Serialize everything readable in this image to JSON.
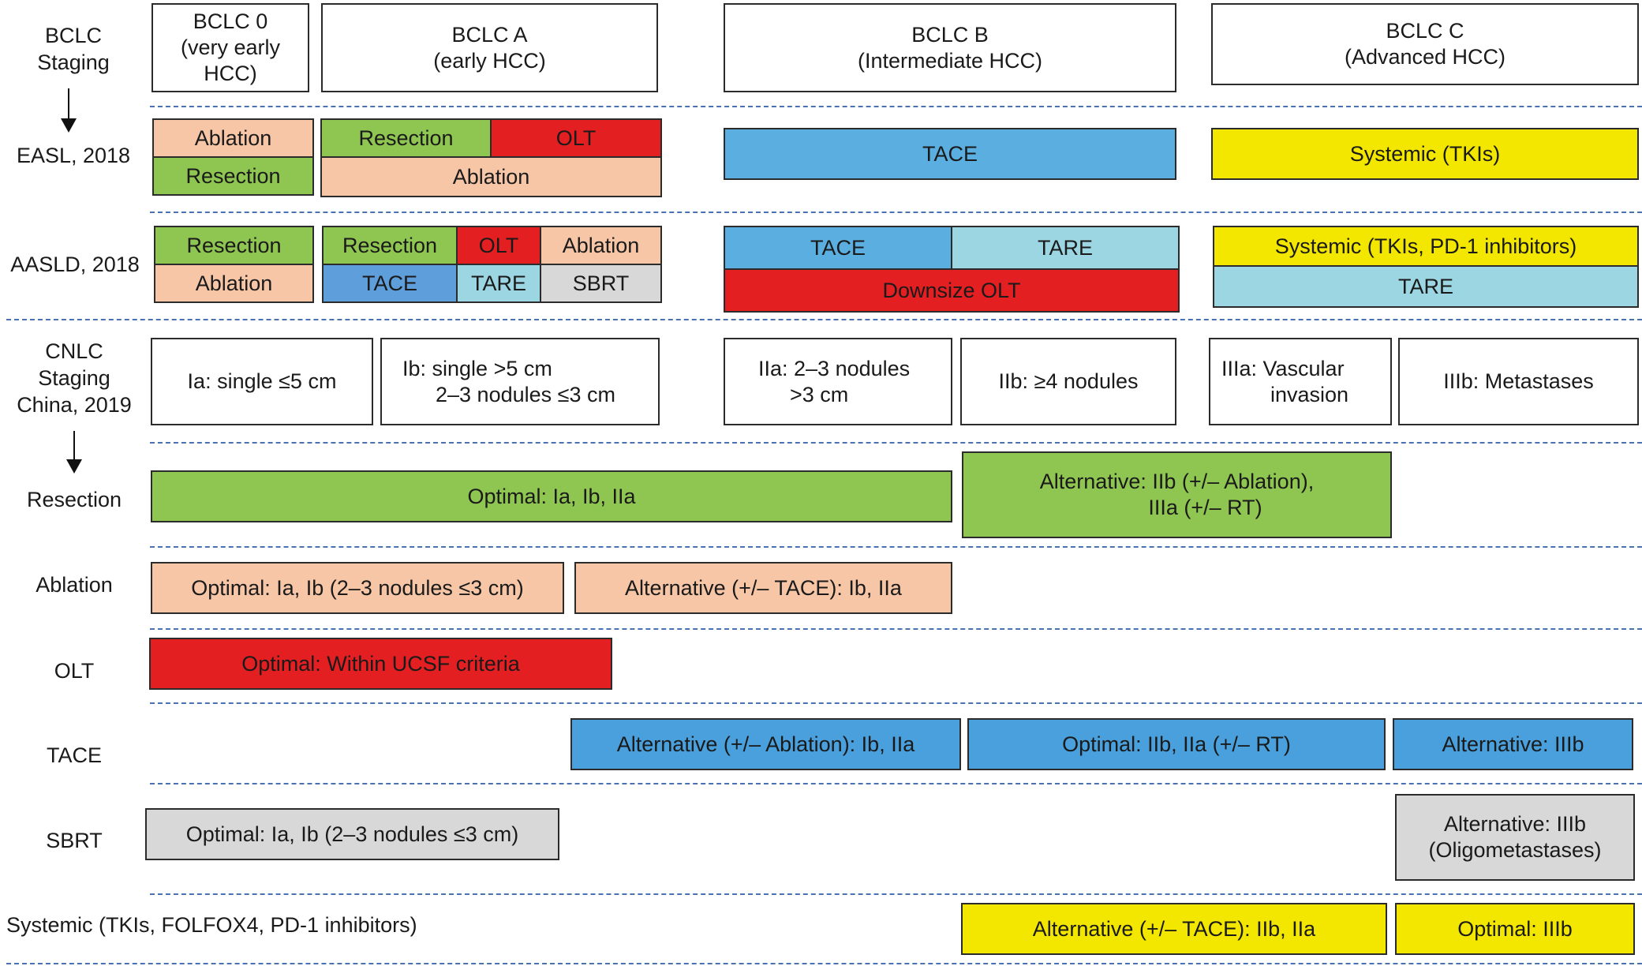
{
  "row_labels": {
    "bclc": [
      "BCLC",
      "Staging"
    ],
    "easl": "EASL, 2018",
    "aasld": "AASLD, 2018",
    "cnlc": [
      "CNLC",
      "Staging",
      "China, 2019"
    ],
    "resection": "Resection",
    "ablation": "Ablation",
    "olt": "OLT",
    "tace": "TACE",
    "sbrt": "SBRT",
    "systemic": "Systemic (TKIs, FOLFOX4, PD-1 inhibitors)"
  },
  "bclc_stages": {
    "s0": [
      "BCLC 0",
      "(very early",
      "HCC)"
    ],
    "a": [
      "BCLC A",
      "(early HCC)"
    ],
    "b": [
      "BCLC B",
      "(Intermediate HCC)"
    ],
    "c": [
      "BCLC C",
      "(Advanced HCC)"
    ]
  },
  "easl": {
    "ablation_0": "Ablation",
    "resection_0": "Resection",
    "resection_a": "Resection",
    "olt_a": "OLT",
    "ablation_a": "Ablation",
    "tace_b": "TACE",
    "systemic_c": "Systemic (TKIs)"
  },
  "aasld": {
    "resection_0": "Resection",
    "ablation_0": "Ablation",
    "resection_a": "Resection",
    "olt_a": "OLT",
    "ablation_a": "Ablation",
    "tace_a": "TACE",
    "tare_a": "TARE",
    "sbrt_a": "SBRT",
    "tace_b": "TACE",
    "tare_b": "TARE",
    "downsize_b": "Downsize OLT",
    "systemic_c": "Systemic (TKIs, PD-1 inhibitors)",
    "tare_c": "TARE"
  },
  "cnlc": {
    "ia": "Ia: single ≤5 cm",
    "ib": [
      "Ib: single >5 cm",
      "2–3 nodules ≤3 cm"
    ],
    "iia": [
      "IIa: 2–3 nodules",
      ">3 cm"
    ],
    "iib": "IIb: ≥4 nodules",
    "iiia": [
      "IIIa: Vascular",
      "invasion"
    ],
    "iiib": "IIIb: Metastases"
  },
  "treatments": {
    "resection_optimal": "Optimal: Ia, Ib, IIa",
    "resection_alternative": [
      "Alternative: IIb (+/– Ablation),",
      "IIIa (+/– RT)"
    ],
    "ablation_optimal": "Optimal: Ia, Ib (2–3 nodules ≤3 cm)",
    "ablation_alternative": "Alternative (+/– TACE): Ib, IIa",
    "olt_optimal": "Optimal: Within UCSF criteria",
    "tace_alt1": "Alternative (+/– Ablation): Ib, IIa",
    "tace_optimal": "Optimal: IIb, IIa (+/– RT)",
    "tace_alt2": "Alternative: IIIb",
    "sbrt_optimal": "Optimal: Ia, Ib (2–3 nodules ≤3 cm)",
    "sbrt_alternative": [
      "Alternative: IIIb",
      "(Oligometastases)"
    ],
    "systemic_alternative": "Alternative (+/– TACE): IIb, IIa",
    "systemic_optimal": "Optimal: IIIb"
  },
  "colors": {
    "ablation": "#f6c6a7",
    "resection": "#8fc651",
    "olt": "#e31f22",
    "tace": "#5aaee0",
    "tare": "#9dd6e3",
    "sbrt": "#d8d8d8",
    "systemic": "#f3e700",
    "separator": "#4a72b0"
  }
}
